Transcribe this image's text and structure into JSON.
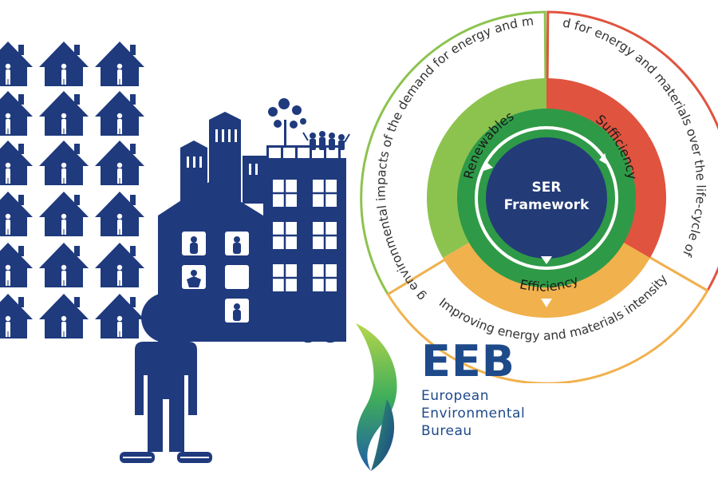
{
  "colors": {
    "navy": "#1f3a7d",
    "dark_green": "#2e9a47",
    "light_green": "#8cc34f",
    "red": "#e0533f",
    "orange": "#f1b14d",
    "center_blue": "#233c78",
    "eeb_blue": "#1e4a8a"
  },
  "ser": {
    "center_line1": "SER",
    "center_line2": "Framework",
    "renewables": "Renewables",
    "sufficiency": "Sufficiency",
    "efficiency": "Efficiency",
    "outer_left": "Reducing environmental impacts of the demand for energy and materials",
    "outer_right": "Avoiding the demand for energy and materials over the life-cycle of buildings and goods",
    "outer_bottom": "Improving energy and materials intensity"
  },
  "logo": {
    "acronym": "EEB",
    "line1": "European",
    "line2": "Environmental",
    "line3": "Bureau"
  },
  "icons": [
    "house-icon",
    "person-icon",
    "apartment-building-icon",
    "bicycle-icon",
    "tree-icon",
    "leaf-logo-icon"
  ]
}
